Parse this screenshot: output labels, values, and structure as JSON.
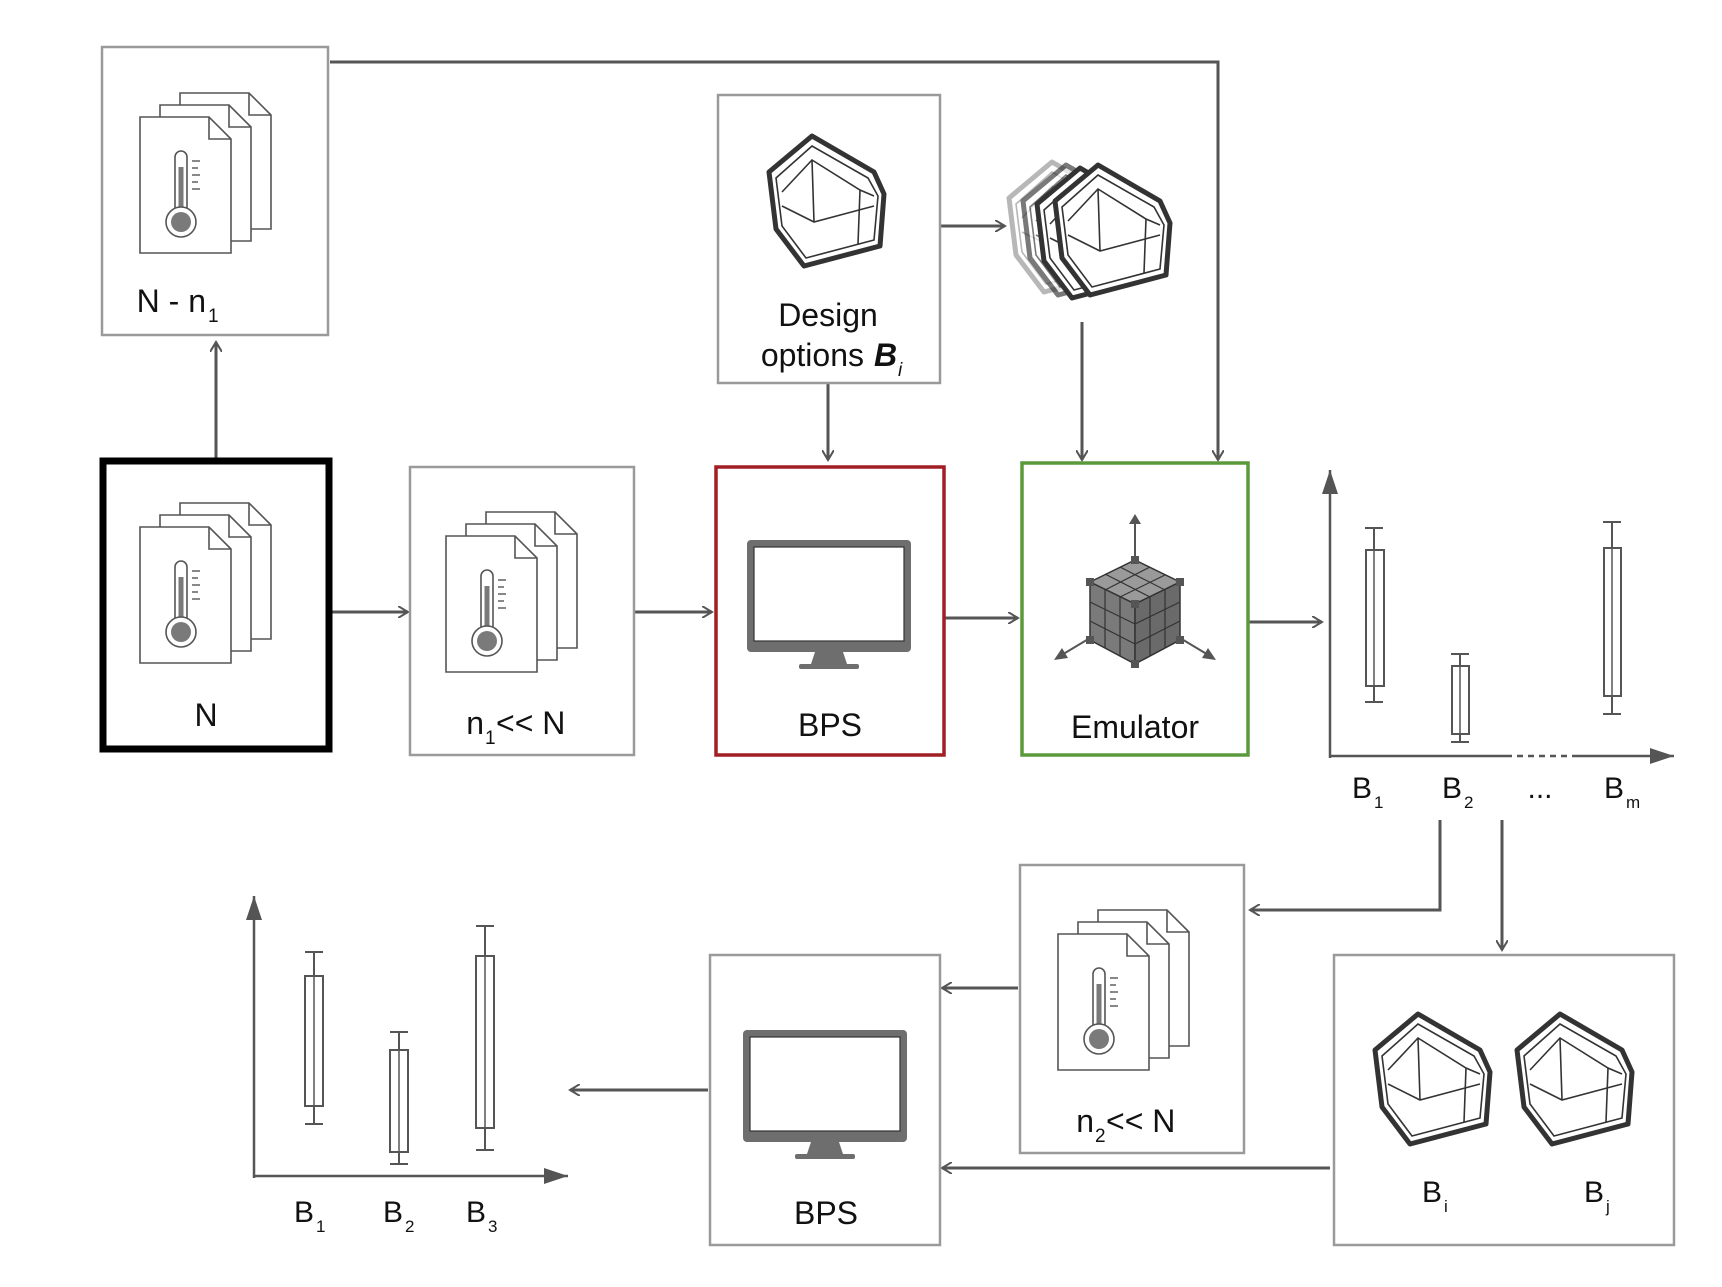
{
  "colors": {
    "line": "#555555",
    "box_border": "#9a9a9a",
    "highlight_black": "#000000",
    "bps_border": "#a11f24",
    "emulator_border": "#5a9a3c",
    "icon_dark": "#333333",
    "icon_fill": "#7a7a7a"
  },
  "boxes": {
    "n_minus_n1": {
      "main": "N - n",
      "sub": "1"
    },
    "design_options": {
      "line1": "Design",
      "line2": "options ",
      "bold": "B",
      "sub": "i"
    },
    "n_full": {
      "label": "N"
    },
    "n1_subset": {
      "pre": "n",
      "sub": "1",
      "post": "<< N"
    },
    "bps_top": {
      "label": "BPS"
    },
    "emulator": {
      "label": "Emulator"
    },
    "n2_subset": {
      "pre": "n",
      "sub": "2",
      "post": "<< N"
    },
    "bps_bottom": {
      "label": "BPS"
    },
    "selected_designs": {
      "bi": "B",
      "bi_sub": "i",
      "bj": "B",
      "bj_sub": "j"
    }
  },
  "chart_top": {
    "labels": [
      {
        "main": "B",
        "sub": "1"
      },
      {
        "main": "B",
        "sub": "2"
      },
      {
        "main": "...",
        "sub": ""
      },
      {
        "main": "B",
        "sub": "m"
      }
    ]
  },
  "chart_bottom": {
    "labels": [
      {
        "main": "B",
        "sub": "1"
      },
      {
        "main": "B",
        "sub": "2"
      },
      {
        "main": "B",
        "sub": "3"
      }
    ]
  }
}
